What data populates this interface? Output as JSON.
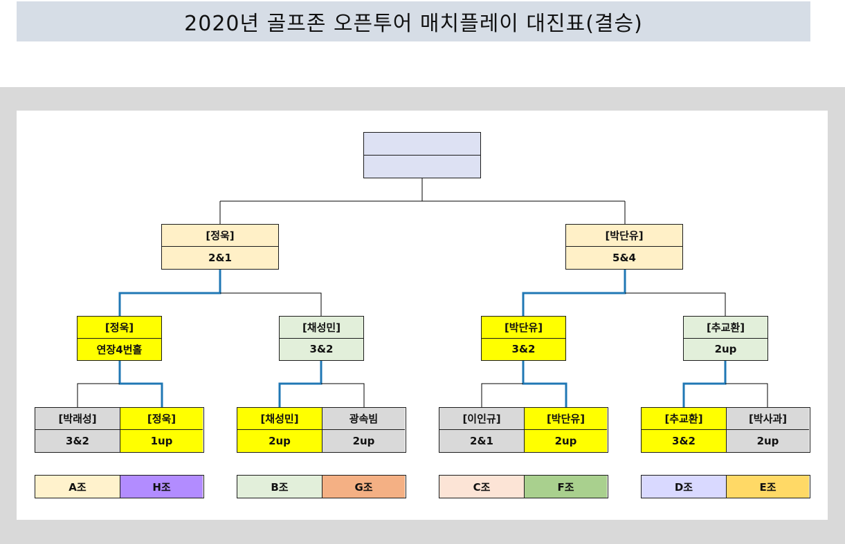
{
  "title": "2020년 골프존 오픈투어 매치플레이 대진표(결승)",
  "colors": {
    "final": "#dde1f3",
    "semi": "#fff0c7",
    "winner": "#ffff00",
    "quarter_plain": "#e2efda",
    "loser": "#d9d9d9",
    "line_winner": "#1f77b4",
    "line_plain": "#000000"
  },
  "final": {
    "name": "",
    "score": ""
  },
  "semis": [
    {
      "name": "[정욱]",
      "score": "2&1"
    },
    {
      "name": "[박단유]",
      "score": "5&4"
    }
  ],
  "quarters": [
    {
      "name": "[정욱]",
      "score": "연장4번홀",
      "winner": true
    },
    {
      "name": "[채성민]",
      "score": "3&2",
      "winner": false
    },
    {
      "name": "[박단유]",
      "score": "3&2",
      "winner": true
    },
    {
      "name": "[추교환]",
      "score": "2up",
      "winner": false
    }
  ],
  "first_round": [
    {
      "left": {
        "name": "[박래성]",
        "score": "3&2",
        "winner": false
      },
      "right": {
        "name": "[정욱]",
        "score": "1up",
        "winner": true
      }
    },
    {
      "left": {
        "name": "[채성민]",
        "score": "2up",
        "winner": true
      },
      "right": {
        "name": "광속빔",
        "score": "2up",
        "winner": false
      }
    },
    {
      "left": {
        "name": "[이인규]",
        "score": "2&1",
        "winner": false
      },
      "right": {
        "name": "[박단유]",
        "score": "2up",
        "winner": true
      }
    },
    {
      "left": {
        "name": "[추교환]",
        "score": "3&2",
        "winner": true
      },
      "right": {
        "name": "[박사과]",
        "score": "2up",
        "winner": false
      }
    }
  ],
  "groups": [
    {
      "left": {
        "label": "A조",
        "color": "#fff2cc"
      },
      "right": {
        "label": "H조",
        "color": "#b28cff"
      }
    },
    {
      "left": {
        "label": "B조",
        "color": "#e2efda"
      },
      "right": {
        "label": "G조",
        "color": "#f4b084"
      }
    },
    {
      "left": {
        "label": "C조",
        "color": "#fce4d6"
      },
      "right": {
        "label": "F조",
        "color": "#a9d08e"
      }
    },
    {
      "left": {
        "label": "D조",
        "color": "#d9d9ff"
      },
      "right": {
        "label": "E조",
        "color": "#ffd966"
      }
    }
  ]
}
